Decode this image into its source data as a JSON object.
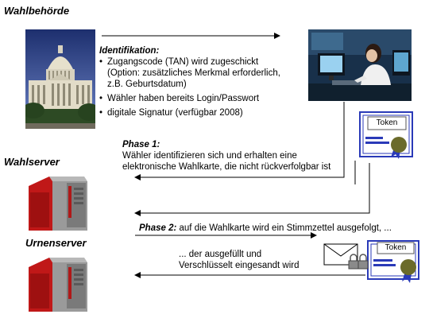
{
  "labels": {
    "authority": "Wahlbehörde",
    "wahlserver": "Wahlserver",
    "urnenserver": "Urnenserver"
  },
  "identification": {
    "title": "Identifikation:",
    "items": [
      "Zugangscode (TAN) wird zugeschickt\n(Option: zusätzliches Merkmal erforderlich,\nz.B. Geburtsdatum)",
      "Wähler haben bereits Login/Passwort",
      "digitale Signatur (verfügbar 2008)"
    ]
  },
  "phase1": {
    "title": "Phase 1:",
    "text": "Wähler identifizieren sich und erhalten eine\nelektronische Wahlkarte, die nicht rückverfolgbar ist"
  },
  "phase2": {
    "title": "Phase 2:",
    "text": " auf die Wahlkarte wird ein Stimmzettel ausgefolgt, ..."
  },
  "submitted": {
    "text": "... der ausgefüllt und\nVerschlüsselt eingesandt wird"
  },
  "token": {
    "label_1": "Token",
    "label_2": "Token"
  },
  "icons": {
    "building": "capitol-building-photo",
    "user": "woman-at-computer-photo",
    "server": "server-tower-icon",
    "envelope": "envelope-icon",
    "lock": "padlock-icon",
    "certificate": "certificate-icon",
    "seal": "seal-icon"
  },
  "colors": {
    "server_red": "#b01818",
    "server_grey": "#8a8a8a",
    "seal_olive": "#6b6b2a",
    "ribbon_blue": "#2a3ab8",
    "line_blue": "#2a3ab8"
  }
}
